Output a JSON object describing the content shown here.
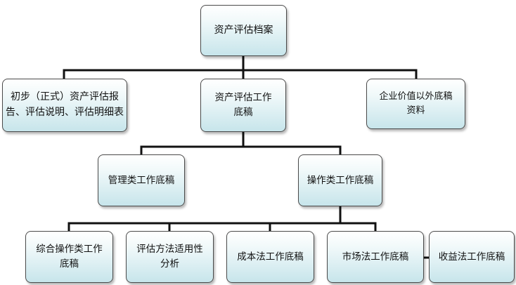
{
  "diagram": {
    "root": {
      "label": "资产评估档案"
    },
    "level1": [
      {
        "label": "初步（正式）资产评估报告、评估说明、评估明细表"
      },
      {
        "label": "资产评估工作底稿"
      },
      {
        "label": "企业价值以外底稿资料"
      }
    ],
    "level2": [
      {
        "label": "管理类工作底稿"
      },
      {
        "label": "操作类工作底稿"
      }
    ],
    "level3": [
      {
        "label": "综合操作类工作底稿"
      },
      {
        "label": "评估方法适用性分析"
      },
      {
        "label": "成本法工作底稿"
      },
      {
        "label": "市场法工作底稿"
      },
      {
        "label": "收益法工作底稿"
      }
    ]
  }
}
